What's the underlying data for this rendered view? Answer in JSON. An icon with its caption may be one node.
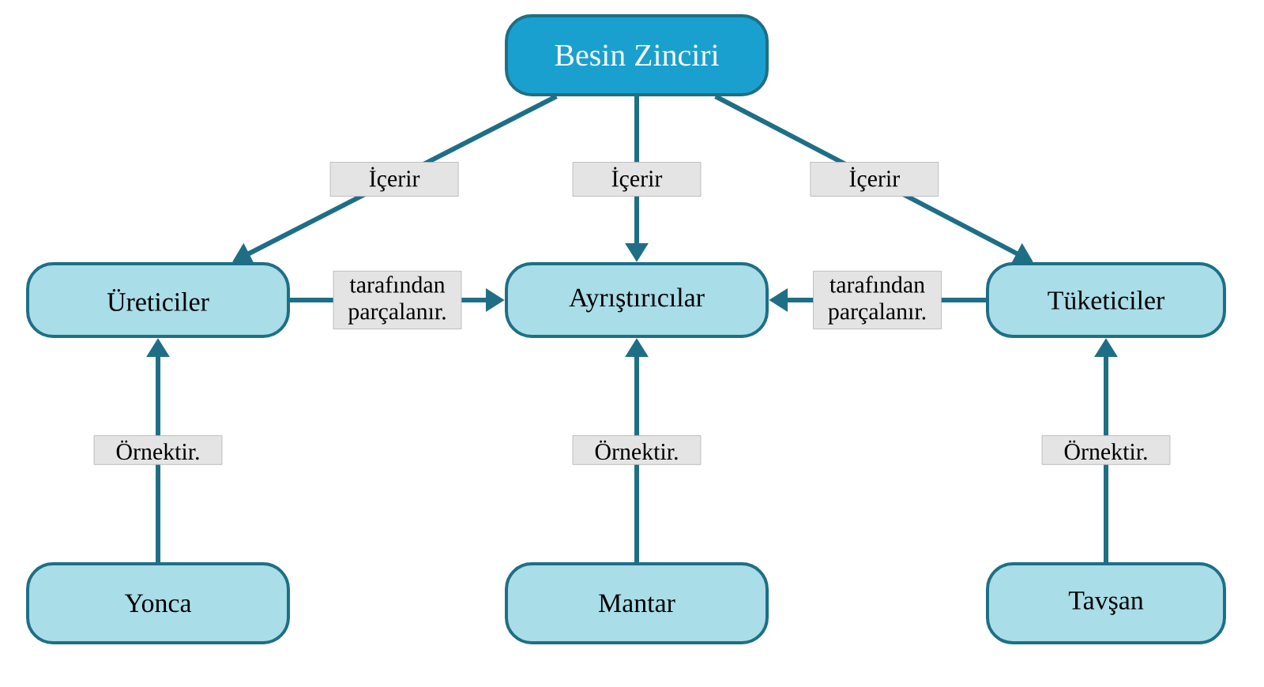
{
  "diagram": {
    "nodes": [
      {
        "text": [
          "Besin Zinciri"
        ]
      },
      {
        "text": [
          "Üreticiler"
        ]
      },
      {
        "text": [
          "Ayrıştırıcılar"
        ]
      },
      {
        "text": [
          "Tüketiciler"
        ]
      },
      {
        "text": [
          "Yonca"
        ]
      },
      {
        "text": [
          "Mantar"
        ]
      },
      {
        "text": [
          "Tavşan"
        ]
      }
    ],
    "edges": [
      {
        "from": 0,
        "to": 1,
        "arrow": "to",
        "label": "İçerir"
      },
      {
        "from": 0,
        "to": 2,
        "arrow": "to",
        "label": "İçerir"
      },
      {
        "from": 0,
        "to": 3,
        "arrow": "to",
        "label": "İçerir"
      },
      {
        "from": 1,
        "to": 2,
        "arrow": "to",
        "label": "tarafından parçalanır."
      },
      {
        "from": 3,
        "to": 2,
        "arrow": "to",
        "label": "tarafından parçalanır."
      },
      {
        "from": 4,
        "to": 1,
        "arrow": "to",
        "label": "Örnektir."
      },
      {
        "from": 5,
        "to": 2,
        "arrow": "to",
        "label": "Örnektir."
      },
      {
        "from": 6,
        "to": 3,
        "arrow": "to",
        "label": "Örnektir."
      }
    ]
  }
}
